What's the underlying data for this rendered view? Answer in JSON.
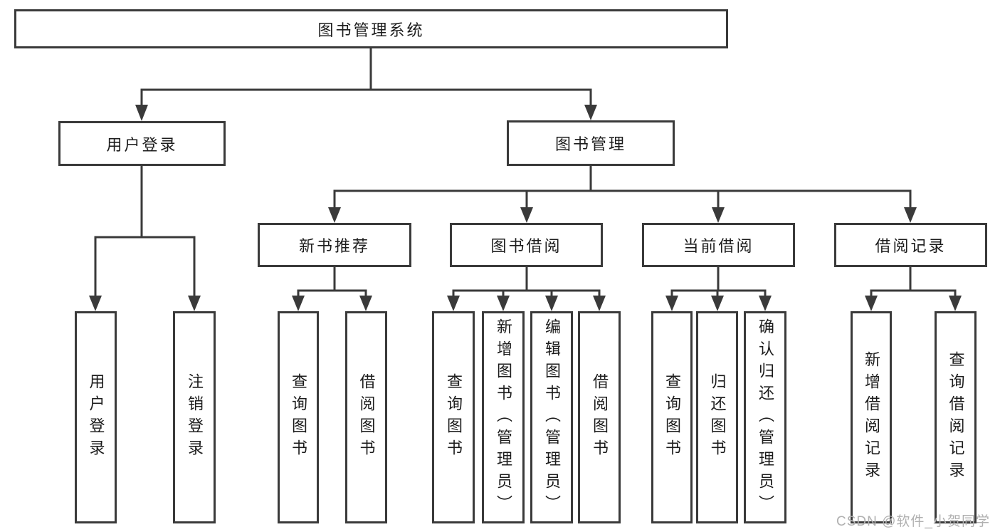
{
  "diagram": {
    "title": "图书管理系统",
    "root": {
      "label": "图书管理系统"
    },
    "level2": [
      {
        "label": "用户登录"
      },
      {
        "label": "图书管理"
      }
    ],
    "level3": [
      {
        "label": "新书推荐"
      },
      {
        "label": "图书借阅"
      },
      {
        "label": "当前借阅"
      },
      {
        "label": "借阅记录"
      }
    ],
    "leaves": {
      "user_login": [
        "用户登录",
        "注销登录"
      ],
      "new_book": [
        "查询图书",
        "借阅图书"
      ],
      "borrow": [
        "查询图书",
        "新增图书（管理员）",
        "编辑图书（管理员）",
        "借阅图书"
      ],
      "current": [
        "查询图书",
        "归还图书",
        "确认归还（管理员）"
      ],
      "records": [
        "新增借阅记录",
        "查询借阅记录"
      ]
    }
  },
  "watermark": {
    "text": "CSDN @软件_小贺同学"
  },
  "colors": {
    "line": "#3a3a3a",
    "text": "#1c1c1c",
    "watermark": "#b0b0b0",
    "background": "#ffffff"
  }
}
